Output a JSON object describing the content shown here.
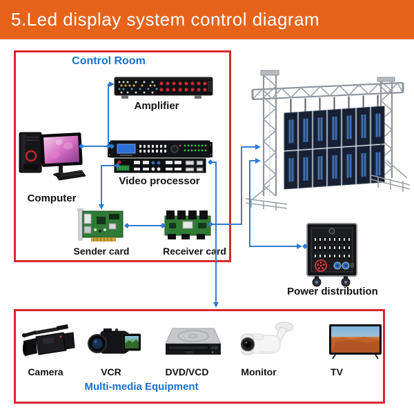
{
  "header": {
    "title": "5.Led display system control diagram"
  },
  "colors": {
    "header_bg": "#E7631A",
    "header_text": "#FFFFFF",
    "frame_red": "#D7282E",
    "wire_blue": "#2E7BD0",
    "section_blue": "#1A6FCC",
    "label_black": "#111111"
  },
  "control_room": {
    "label": "Control Room",
    "devices": [
      {
        "id": "computer",
        "label": "Computer"
      },
      {
        "id": "amplifier",
        "label": "Amplifier"
      },
      {
        "id": "video-processor",
        "label": "Video processor"
      },
      {
        "id": "sender-card",
        "label": "Sender card"
      },
      {
        "id": "receiver-card",
        "label": "Receiver card"
      }
    ]
  },
  "stage": {
    "led_display": {
      "id": "led-display-screen"
    },
    "power": {
      "label": "Power distribution"
    }
  },
  "multimedia": {
    "label": "Multi-media Equipment",
    "devices": [
      {
        "id": "camera",
        "label": "Camera"
      },
      {
        "id": "vcr",
        "label": "VCR"
      },
      {
        "id": "dvd",
        "label": "DVD/VCD"
      },
      {
        "id": "monitor",
        "label": "Monitor"
      },
      {
        "id": "tv",
        "label": "TV"
      }
    ]
  }
}
